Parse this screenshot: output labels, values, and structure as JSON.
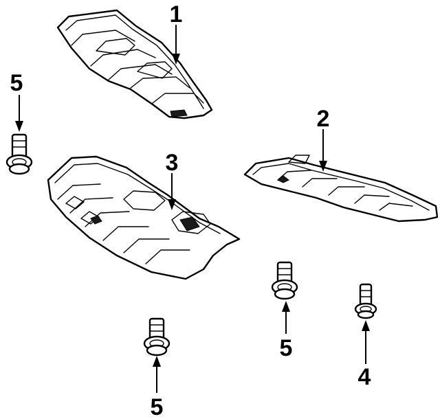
{
  "callouts": {
    "part1": "1",
    "part2": "2",
    "part3": "3",
    "part4": "4",
    "part5_left": "5",
    "part5_bottom": "5",
    "part5_right": "5"
  }
}
